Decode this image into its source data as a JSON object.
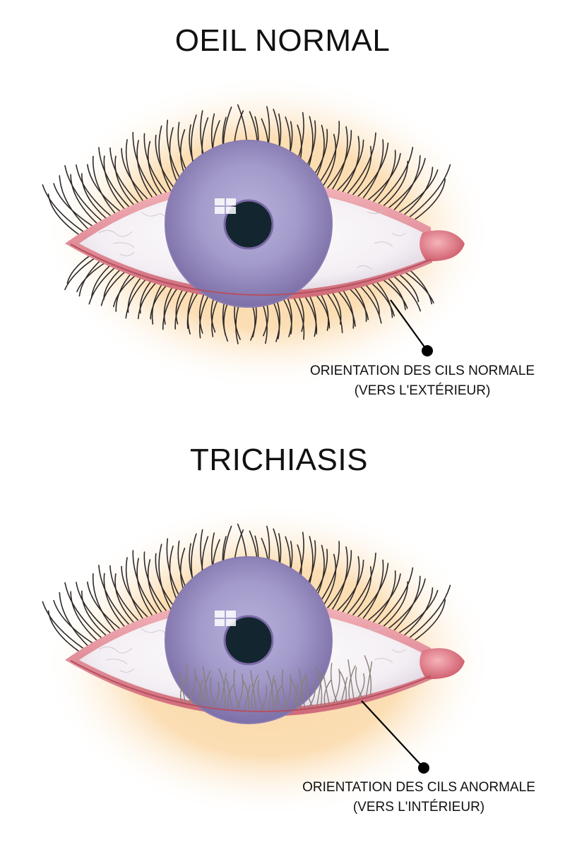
{
  "panels": [
    {
      "title": "OEIL NORMAL",
      "caption_line1": "ORIENTATION DES CILS NORMALE",
      "caption_line2": "(VERS L'EXTÉRIEUR)"
    },
    {
      "title": "TRICHIASIS",
      "caption_line1": "ORIENTATION DES CILS ANORMALE",
      "caption_line2": "(VERS L'INTÉRIEUR)"
    }
  ],
  "colors": {
    "skin_glow": "#fbd9a8",
    "lid_rim": "#d97a86",
    "sclera": "#f7f4f6",
    "iris": "#9a92c4",
    "pupil": "#13262f",
    "lash": "#2f2a2a",
    "inward_lash": "#8a7f78",
    "pointer": "#000000"
  }
}
